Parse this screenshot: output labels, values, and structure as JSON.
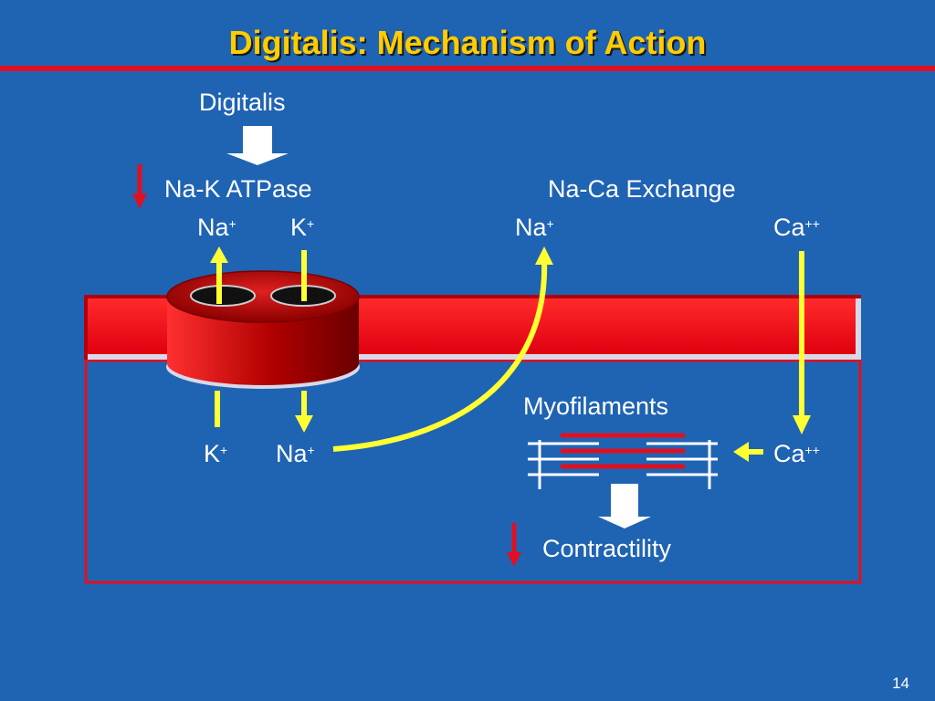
{
  "slide": {
    "title": "Digitalis: Mechanism of Action",
    "page_number": "14"
  },
  "labels": {
    "digitalis": "Digitalis",
    "na_k_atpase": "Na-K ATPase",
    "na_ca_exchange": "Na-Ca Exchange",
    "myofilaments": "Myofilaments",
    "contractility": "Contractility"
  },
  "ions": {
    "na_top_left": {
      "base": "Na",
      "charge": "+"
    },
    "k_top": {
      "base": "K",
      "charge": "+"
    },
    "na_top_right": {
      "base": "Na",
      "charge": "+"
    },
    "ca_top": {
      "base": "Ca",
      "charge": "++"
    },
    "k_bottom": {
      "base": "K",
      "charge": "+"
    },
    "na_bottom": {
      "base": "Na",
      "charge": "+"
    },
    "ca_bottom": {
      "base": "Ca",
      "charge": "++"
    }
  },
  "colors": {
    "background": "#1f63b3",
    "title": "#ffcc00",
    "membrane": "#ee1c24",
    "ion_arrow": "#ffff33",
    "decrease_arrow": "#e01020",
    "block_arrow": "#ffffff"
  },
  "icons": {
    "decrease_arrow": "down-arrow",
    "block_arrow": "down-arrow"
  }
}
